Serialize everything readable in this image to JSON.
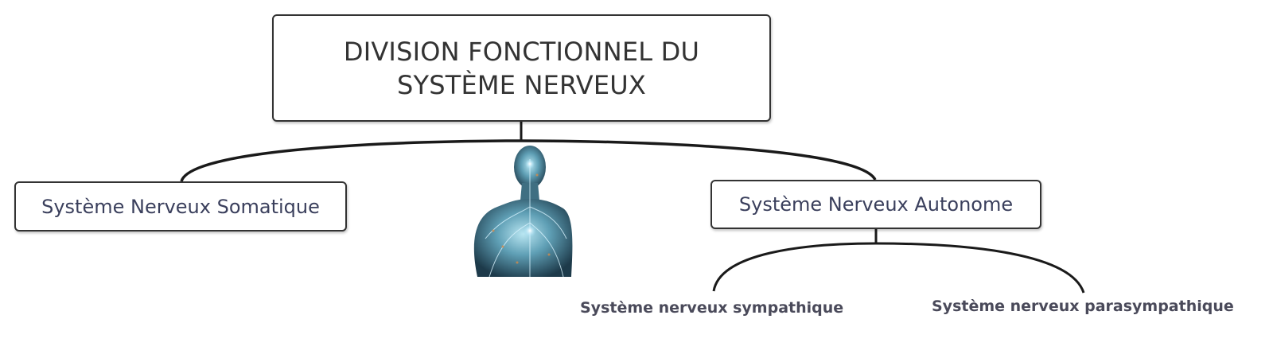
{
  "diagram": {
    "type": "tree",
    "root": {
      "title_lines": [
        "DIVISION FONCTIONNEL DU",
        "SYSTÈME NERVEUX"
      ]
    },
    "branches": [
      {
        "label": "Système Nerveux Somatique",
        "children": []
      },
      {
        "label": "Système Nerveux Autonome",
        "children": [
          {
            "label": "Système nerveux sympathique"
          },
          {
            "label": "Système nerveux parasympathique"
          }
        ]
      }
    ],
    "illustration": {
      "description": "human-nervous-system-figure"
    },
    "colors": {
      "line": "#1a1a1a",
      "box_border": "#333333",
      "box_text": "#3a3f5c",
      "leaf_text": "#4a4a5a",
      "figure_tint": "#5f9fb5"
    }
  }
}
